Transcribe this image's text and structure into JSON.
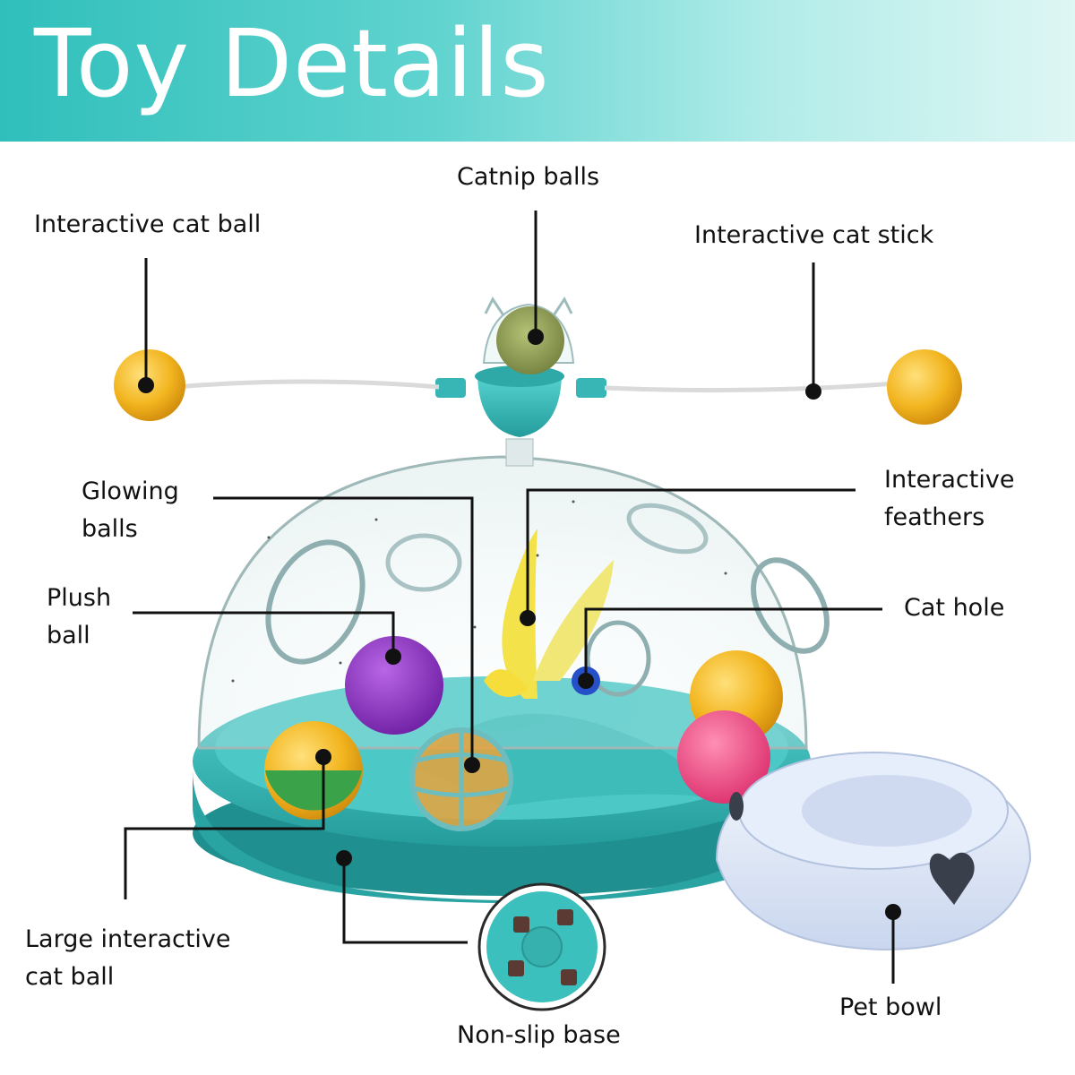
{
  "banner": {
    "title": "Toy Details"
  },
  "labels": {
    "catnip_balls": "Catnip balls",
    "interactive_cat_ball": "Interactive cat ball",
    "interactive_cat_stick": "Interactive cat stick",
    "glowing_balls": "Glowing\nballs",
    "interactive_feathers": "Interactive\nfeathers",
    "plush_ball": "Plush\nball",
    "cat_hole": "Cat hole",
    "large_interactive_cat_ball": "Large interactive\ncat ball",
    "non_slip_base": "Non-slip base",
    "pet_bowl": "Pet bowl"
  },
  "colors": {
    "banner_teal": "#30bfbb",
    "toy_teal": "#3bbcbc",
    "ball_yellow": "#f2b51f",
    "plush_purple": "#8a2fbf",
    "plush_pink": "#f04f86",
    "feather_yellow": "#f4e24a",
    "bowl_blue": "#e6eefb"
  }
}
